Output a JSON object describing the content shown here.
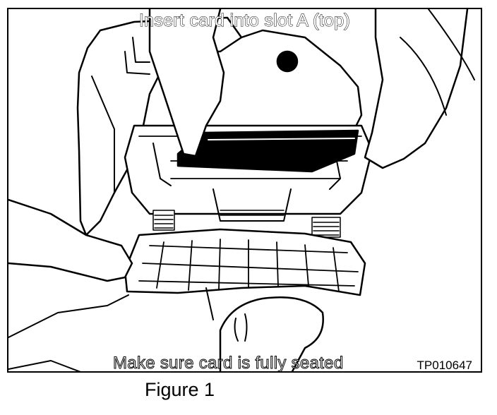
{
  "figure": {
    "top_caption": "Insert card into slot A (top)",
    "bottom_caption": "Make sure card is fully seated",
    "reference_code": "TP010647",
    "figure_label": "Figure 1"
  }
}
